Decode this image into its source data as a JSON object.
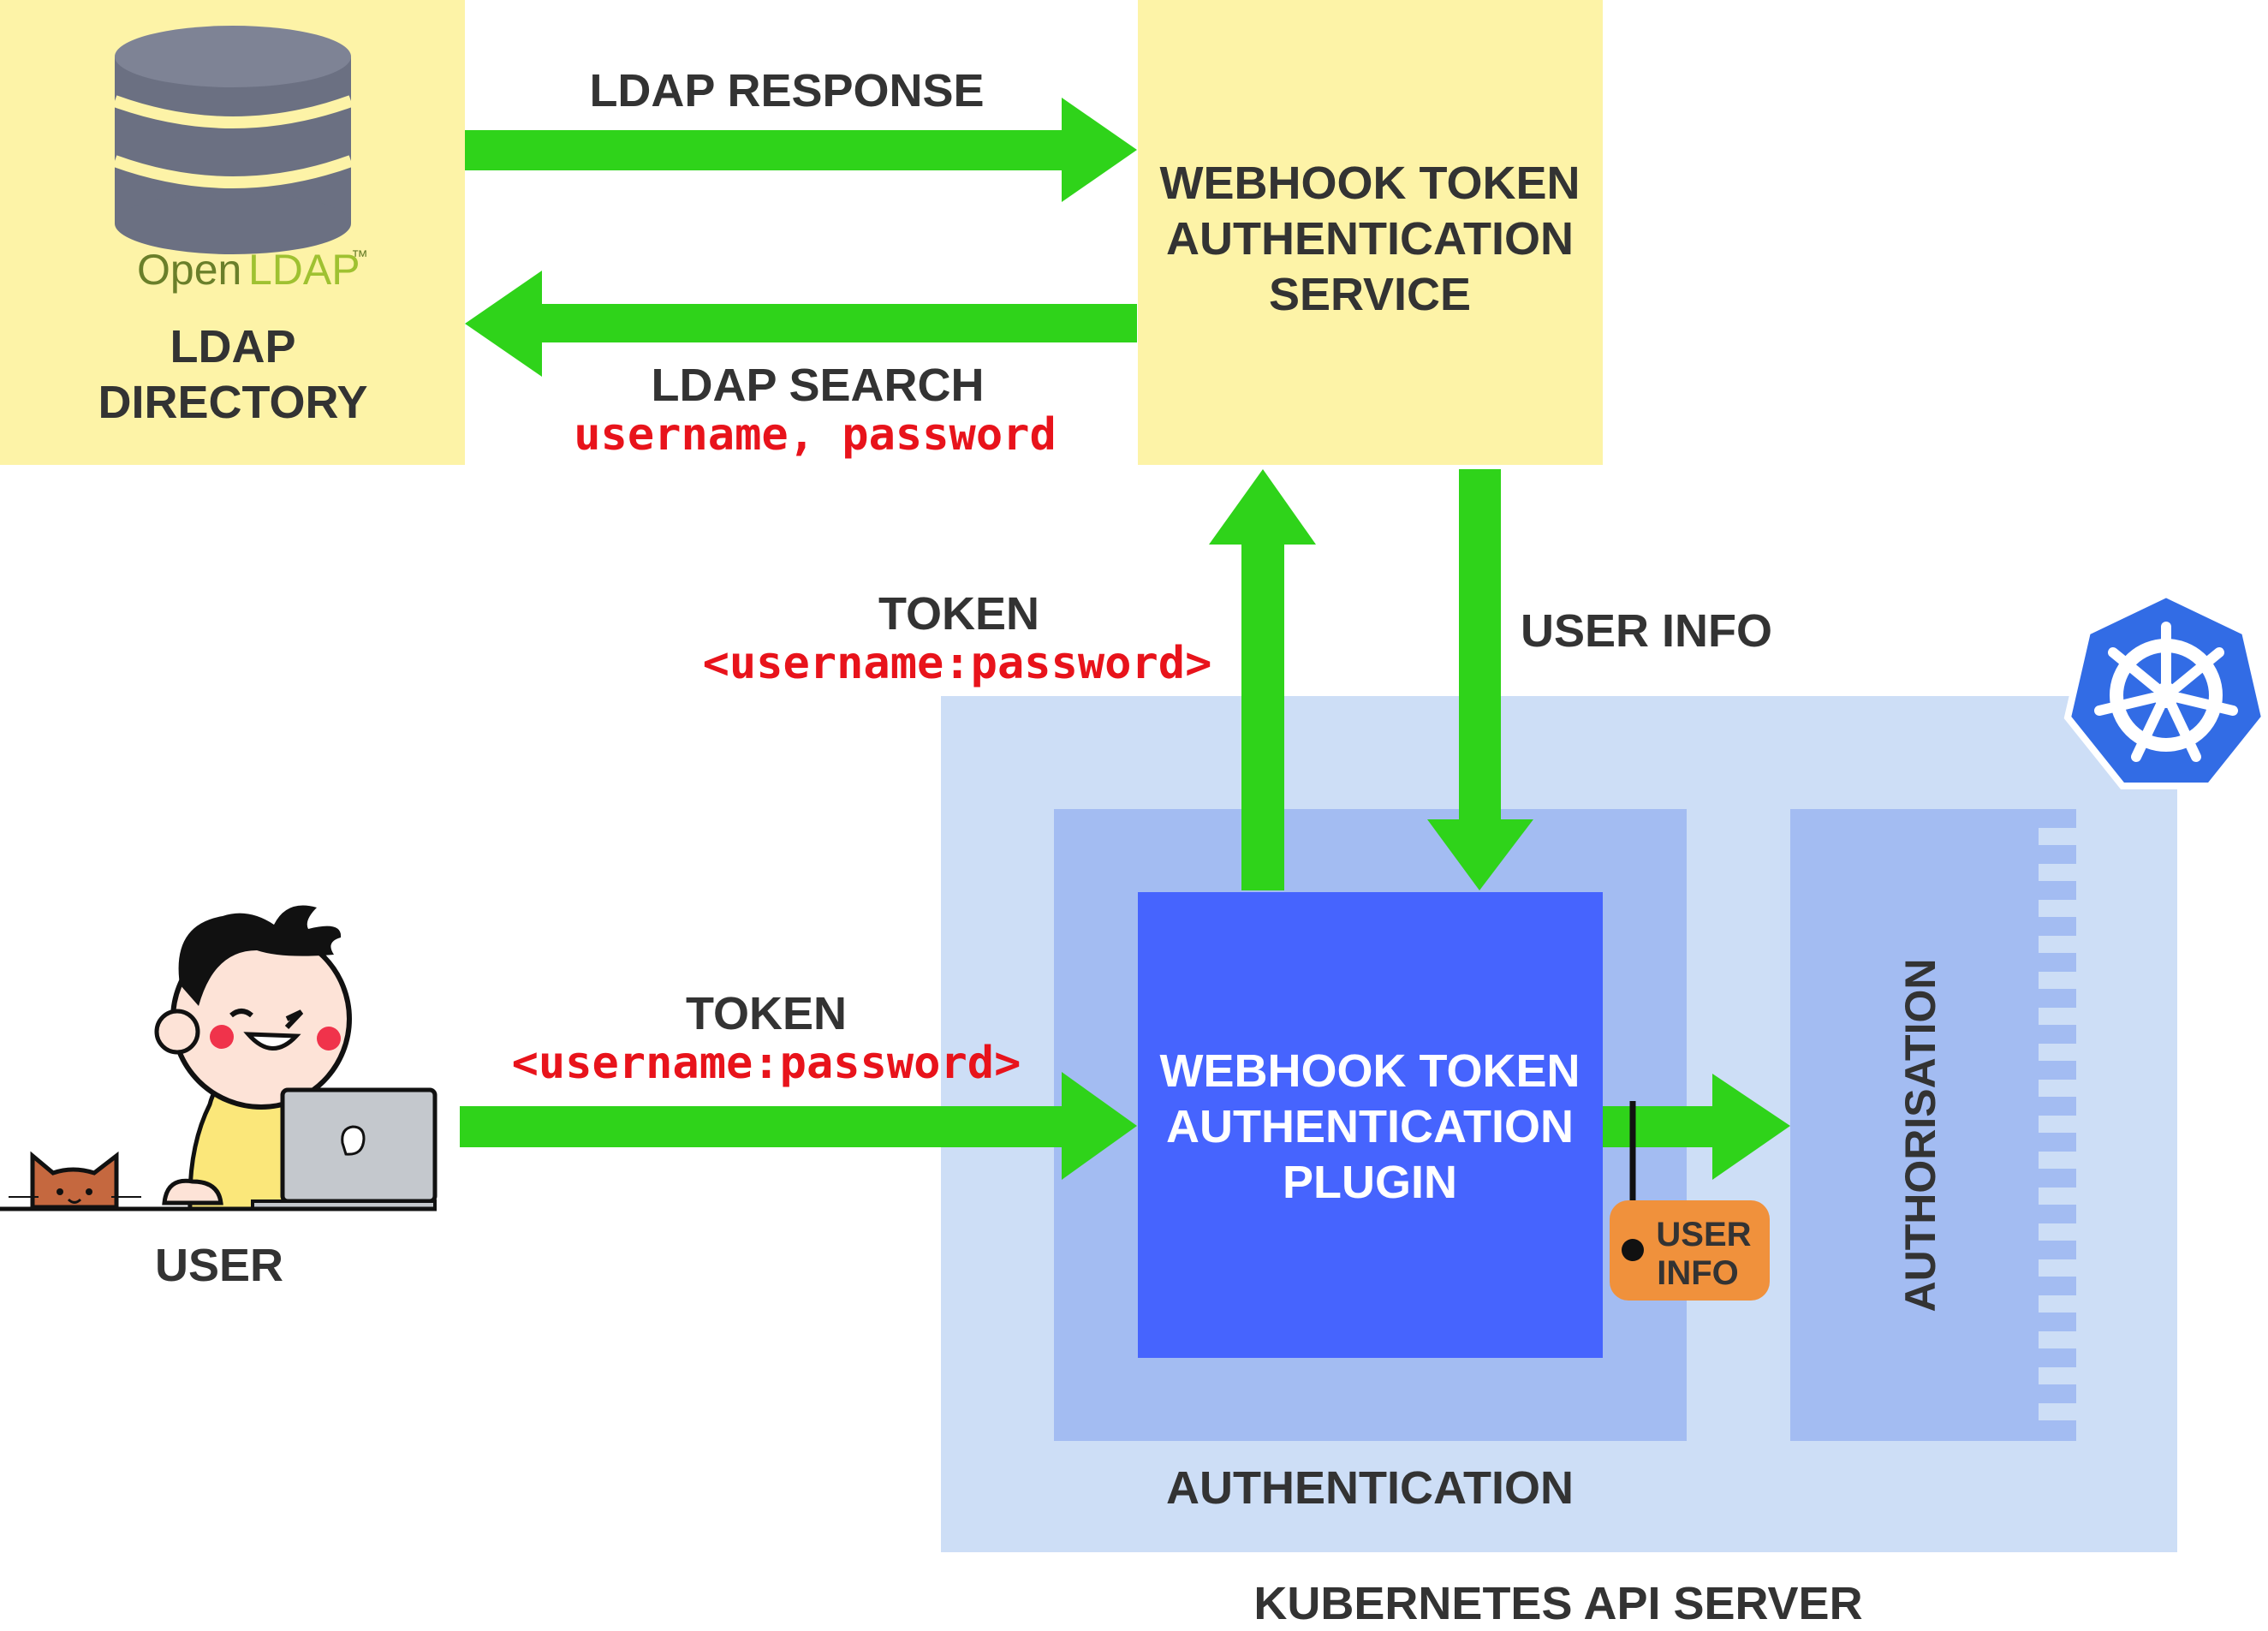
{
  "colors": {
    "yellow_box": "#fdf3a7",
    "arrow_green": "#2fd31a",
    "api_server_bg": "#cddef6",
    "inner_box_bg": "#a3bcf2",
    "plugin_bg": "#4664fe",
    "user_info_badge": "#f0913c",
    "kubernetes_blue": "#326ce5",
    "label_text": "#333333",
    "credential_text": "#e8131b"
  },
  "ldap_directory": {
    "logo_text_open": "Open",
    "logo_text_ldap": "LDAP",
    "logo_tm": "™",
    "title_line1": "LDAP",
    "title_line2": "DIRECTORY"
  },
  "webhook_service": {
    "line1": "WEBHOOK TOKEN",
    "line2": "AUTHENTICATION",
    "line3": "SERVICE"
  },
  "arrows": {
    "ldap_response": "LDAP RESPONSE",
    "ldap_search": "LDAP SEARCH",
    "ldap_search_params": "username, password",
    "token_upper": "TOKEN",
    "token_upper_value": "<username:password>",
    "user_info": "USER INFO",
    "token_user": "TOKEN",
    "token_user_value": "<username:password>"
  },
  "user": {
    "label": "USER"
  },
  "api_server": {
    "label": "KUBERNETES API SERVER",
    "authentication_label": "AUTHENTICATION",
    "authorisation_label": "AUTHORISATION",
    "plugin_line1": "WEBHOOK TOKEN",
    "plugin_line2": "AUTHENTICATION",
    "plugin_line3": "PLUGIN",
    "user_info_tag_line1": "USER",
    "user_info_tag_line2": "INFO"
  },
  "icons": [
    "database-icon",
    "openldap-logo",
    "user-illustration",
    "cat-icon",
    "laptop-icon",
    "kubernetes-logo"
  ]
}
